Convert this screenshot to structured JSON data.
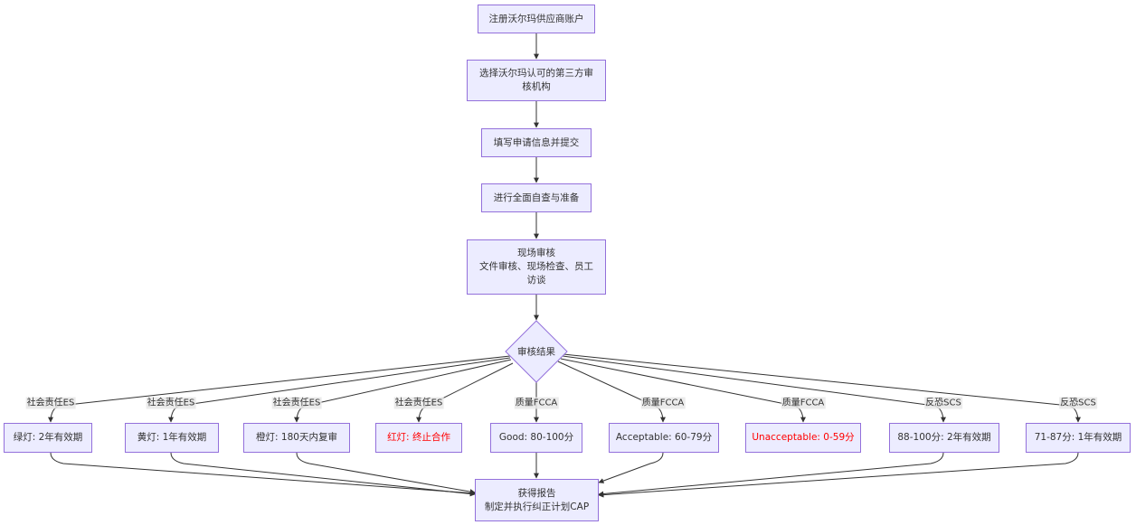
{
  "diagram": {
    "type": "flowchart",
    "direction": "top-down",
    "colors": {
      "node_fill": "#ECECFF",
      "node_border": "#9370DB",
      "text": "#333333",
      "warning_text": "#ff0000",
      "edge": "#333333",
      "edge_label_bg": "#e8e8e8"
    },
    "nodes": {
      "register": "注册沃尔玛供应商账户",
      "select_auditor": "选择沃尔玛认可的第三方审\n核机构",
      "submit": "填写申请信息并提交",
      "self_check": "进行全面自查与准备",
      "onsite": "现场审核\n文件审核、现场检查、员工\n访谈",
      "result": "审核结果",
      "es_green": "绿灯: 2年有效期",
      "es_yellow": "黄灯: 1年有效期",
      "es_orange": "橙灯: 180天内复审",
      "es_red": "红灯: 终止合作",
      "fcca_good": "Good: 80-100分",
      "fcca_acceptable": "Acceptable: 60-79分",
      "fcca_unacceptable": "Unacceptable: 0-59分",
      "scs_high": "88-100分: 2年有效期",
      "scs_mid": "71-87分: 1年有效期",
      "report": "获得报告\n制定并执行纠正计划CAP"
    },
    "edge_labels": {
      "es": "社会责任ES",
      "fcca": "质量FCCA",
      "scs": "反恐SCS"
    },
    "edges": [
      {
        "from": "register",
        "to": "select_auditor"
      },
      {
        "from": "select_auditor",
        "to": "submit"
      },
      {
        "from": "submit",
        "to": "self_check"
      },
      {
        "from": "self_check",
        "to": "onsite"
      },
      {
        "from": "onsite",
        "to": "result"
      },
      {
        "from": "result",
        "to": "es_green",
        "label": "社会责任ES"
      },
      {
        "from": "result",
        "to": "es_yellow",
        "label": "社会责任ES"
      },
      {
        "from": "result",
        "to": "es_orange",
        "label": "社会责任ES"
      },
      {
        "from": "result",
        "to": "es_red",
        "label": "社会责任ES"
      },
      {
        "from": "result",
        "to": "fcca_good",
        "label": "质量FCCA"
      },
      {
        "from": "result",
        "to": "fcca_acceptable",
        "label": "质量FCCA"
      },
      {
        "from": "result",
        "to": "fcca_unacceptable",
        "label": "质量FCCA"
      },
      {
        "from": "result",
        "to": "scs_high",
        "label": "反恐SCS"
      },
      {
        "from": "result",
        "to": "scs_mid",
        "label": "反恐SCS"
      },
      {
        "from": "es_green",
        "to": "report"
      },
      {
        "from": "es_yellow",
        "to": "report"
      },
      {
        "from": "es_orange",
        "to": "report"
      },
      {
        "from": "fcca_good",
        "to": "report"
      },
      {
        "from": "fcca_acceptable",
        "to": "report"
      },
      {
        "from": "scs_high",
        "to": "report"
      },
      {
        "from": "scs_mid",
        "to": "report"
      }
    ]
  }
}
